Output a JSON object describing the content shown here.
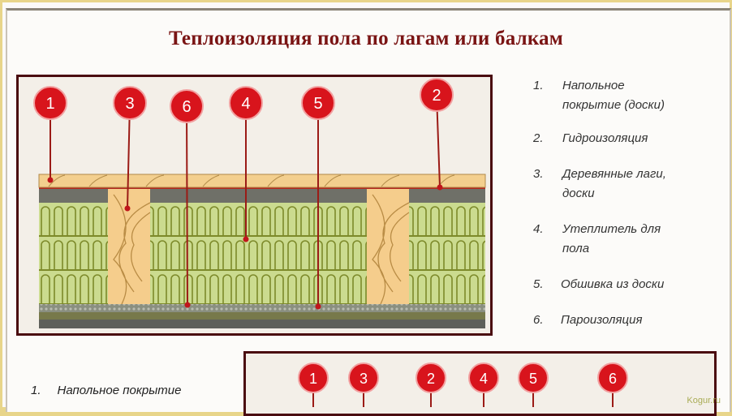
{
  "title": "Теплоизоляция пола по лагам или балкам",
  "markers_top": [
    "1",
    "3",
    "6",
    "4",
    "5",
    "2"
  ],
  "legend": [
    {
      "num": "1.",
      "lines": [
        "Напольное",
        "покрытие (доски)"
      ]
    },
    {
      "num": "2.",
      "lines": [
        "Гидроизоляция"
      ]
    },
    {
      "num": "3.",
      "lines": [
        "Деревянные лаги,",
        "доски"
      ]
    },
    {
      "num": "4.",
      "lines": [
        "Утеплитель для",
        "пола"
      ]
    },
    {
      "num": "5.",
      "lines": [
        "Обшивка из доски"
      ]
    },
    {
      "num": "6.",
      "lines": [
        "Пароизоляция"
      ]
    }
  ],
  "bottom_list": [
    {
      "num": "1.",
      "text": "Напольное покрытие"
    }
  ],
  "markers_bottom": [
    "1",
    "3",
    "2",
    "4",
    "5",
    "6"
  ],
  "watermark": "Kogur.ru",
  "colors": {
    "title": "#7a1414",
    "marker": "#d8141c",
    "frame": "#4a0b10",
    "wood": "#f3cf8e",
    "insulation": "#c9d98a"
  }
}
